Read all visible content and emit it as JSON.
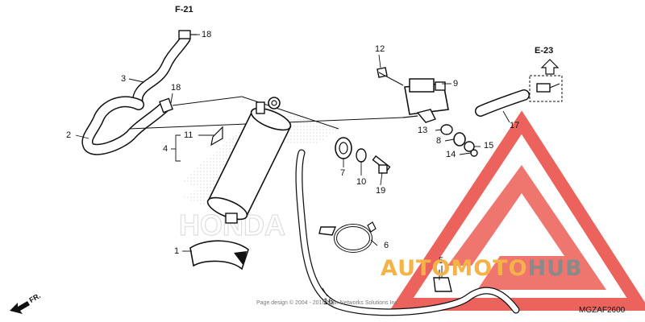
{
  "refs": {
    "top": "F-21",
    "right": "E-23"
  },
  "callouts": {
    "c1": "1",
    "c2": "2",
    "c3": "3",
    "c4": "4",
    "c5": "5",
    "c6": "6",
    "c7": "7",
    "c8": "8",
    "c9": "9",
    "c10": "10",
    "c11": "11",
    "c12": "12",
    "c13": "13",
    "c14": "14",
    "c15": "15",
    "c16": "16",
    "c17": "17",
    "c18a": "18",
    "c18b": "18",
    "c19": "19"
  },
  "direction_label": "FR.",
  "diagram_code": "MGZAF2600",
  "copyright": "Page design © 2004 - 2016 Ngin Networks Solutions Inc.",
  "background_logo": "HONDA",
  "watermark": {
    "part1": "AUTOMOTO",
    "part2": "HUB"
  },
  "colors": {
    "line": "#111111",
    "watermark_red": "#e8483f",
    "watermark_orange": "#f4b247",
    "watermark_gray": "#8a8a8a"
  }
}
